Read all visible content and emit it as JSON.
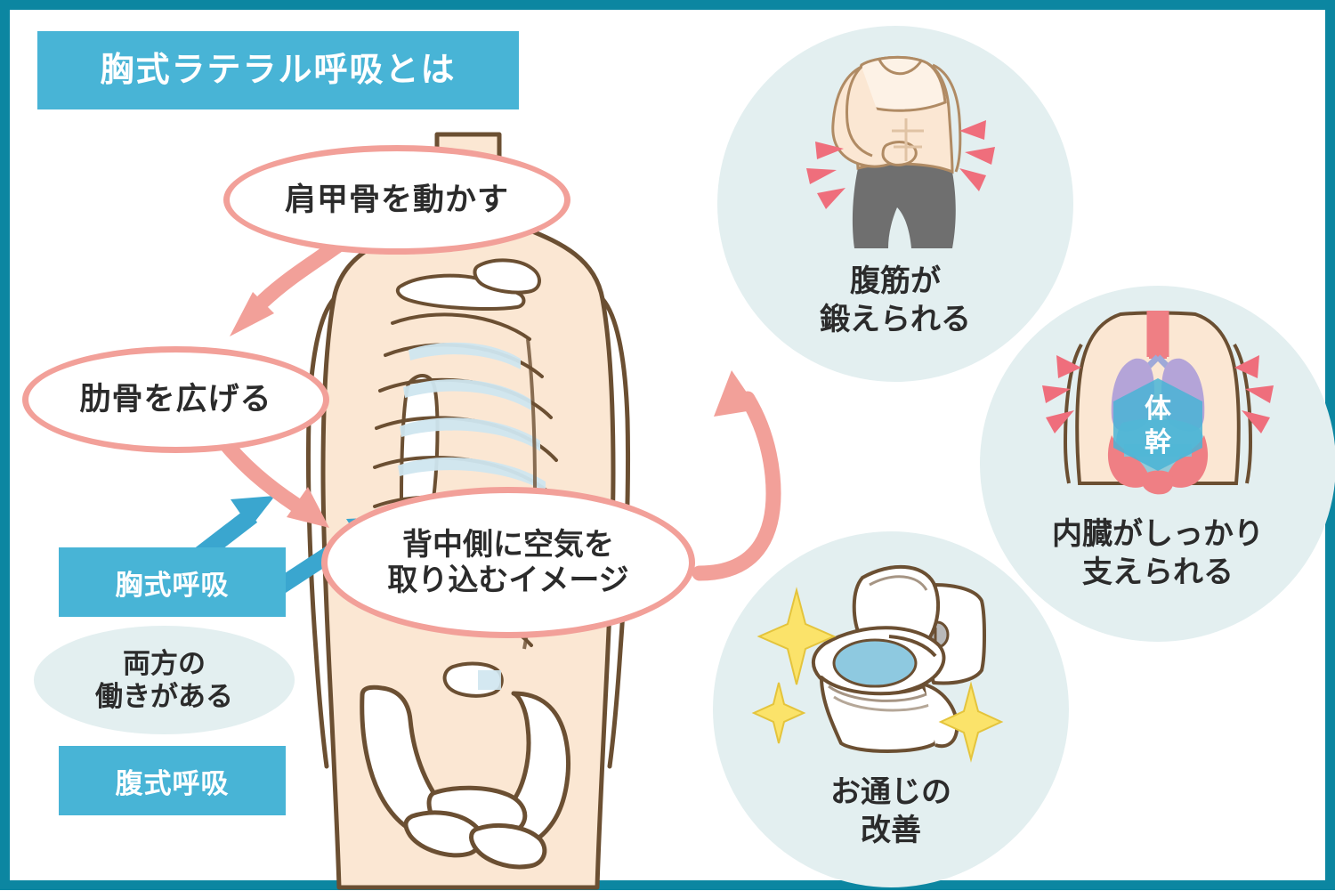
{
  "page": {
    "frame_color": "#0c86a1",
    "background": "#ffffff"
  },
  "title": {
    "text": "胸式ラテラル呼吸とは",
    "banner_color": "#48b4d6",
    "text_color": "#ffffff"
  },
  "bubbles": {
    "outline_color": "#f2a099",
    "scapula": "肩甲骨を動かす",
    "ribs": "肋骨を広げる",
    "back": "背中側に空気を\n取り込むイメージ"
  },
  "breathing_labels": {
    "chest": "胸式呼吸",
    "both": "両方の\n働きがある",
    "belly": "腹式呼吸",
    "box_color": "#48b4d6",
    "ellipse_color": "#e3eff0",
    "arrow_color": "#3aa6cf"
  },
  "benefits": [
    {
      "id": "abs",
      "caption": "腹筋が\n鍛えられる",
      "icon": "woman-torso-icon",
      "circle_color": "#e3eff0",
      "accent_color": "#ef6e7c"
    },
    {
      "id": "organs",
      "caption": "内臓がしっかり\n支えられる",
      "icon": "torso-organs-icon",
      "badge": "体幹",
      "circle_color": "#e3eff0",
      "accent_color": "#ef6e7c",
      "lung_color": "#b4a4d8",
      "core_color": "#49b4d6",
      "intestine_color": "#ef7f84"
    },
    {
      "id": "bowel",
      "caption": "お通じの\n改善",
      "icon": "toilet-icon",
      "circle_color": "#e3eff0",
      "sparkle_color": "#fbe36a"
    }
  ],
  "illustration": {
    "name": "torso-skeleton-illustration",
    "skin_color": "#fbe7d3",
    "outline_color": "#6b4f32",
    "bone_color": "#ffffff",
    "bone_shade": "#cfe6f0",
    "pink_arrow_color": "#f2a099",
    "blue_arrow_color": "#3aa6cf"
  }
}
